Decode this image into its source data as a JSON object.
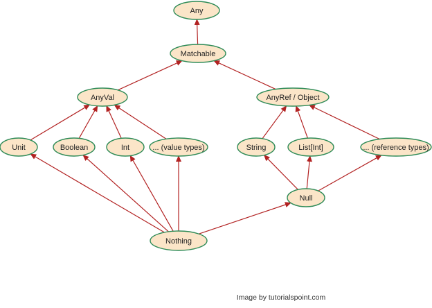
{
  "diagram": {
    "nodes": [
      {
        "id": "any",
        "label": "Any"
      },
      {
        "id": "matchable",
        "label": "Matchable"
      },
      {
        "id": "anyval",
        "label": "AnyVal"
      },
      {
        "id": "anyref",
        "label": "AnyRef / Object"
      },
      {
        "id": "unit",
        "label": "Unit"
      },
      {
        "id": "boolean",
        "label": "Boolean"
      },
      {
        "id": "int",
        "label": "Int"
      },
      {
        "id": "valuetypes",
        "label": "... (value types)"
      },
      {
        "id": "string",
        "label": "String"
      },
      {
        "id": "listint",
        "label": "List[Int]"
      },
      {
        "id": "reftypes",
        "label": "... (reference types)"
      },
      {
        "id": "null",
        "label": "Null"
      },
      {
        "id": "nothing",
        "label": "Nothing"
      }
    ],
    "edges": [
      {
        "from": "matchable",
        "to": "any"
      },
      {
        "from": "anyval",
        "to": "matchable"
      },
      {
        "from": "anyref",
        "to": "matchable"
      },
      {
        "from": "unit",
        "to": "anyval"
      },
      {
        "from": "boolean",
        "to": "anyval"
      },
      {
        "from": "int",
        "to": "anyval"
      },
      {
        "from": "valuetypes",
        "to": "anyval"
      },
      {
        "from": "string",
        "to": "anyref"
      },
      {
        "from": "listint",
        "to": "anyref"
      },
      {
        "from": "reftypes",
        "to": "anyref"
      },
      {
        "from": "null",
        "to": "string"
      },
      {
        "from": "null",
        "to": "listint"
      },
      {
        "from": "null",
        "to": "reftypes"
      },
      {
        "from": "nothing",
        "to": "unit"
      },
      {
        "from": "nothing",
        "to": "boolean"
      },
      {
        "from": "nothing",
        "to": "int"
      },
      {
        "from": "nothing",
        "to": "valuetypes"
      },
      {
        "from": "nothing",
        "to": "null"
      }
    ]
  },
  "credit": "Image by tutorialspoint.com",
  "colors": {
    "node_fill": "#fbe5c8",
    "node_border": "#2e8b57",
    "edge": "#b22222",
    "text": "#222222"
  }
}
